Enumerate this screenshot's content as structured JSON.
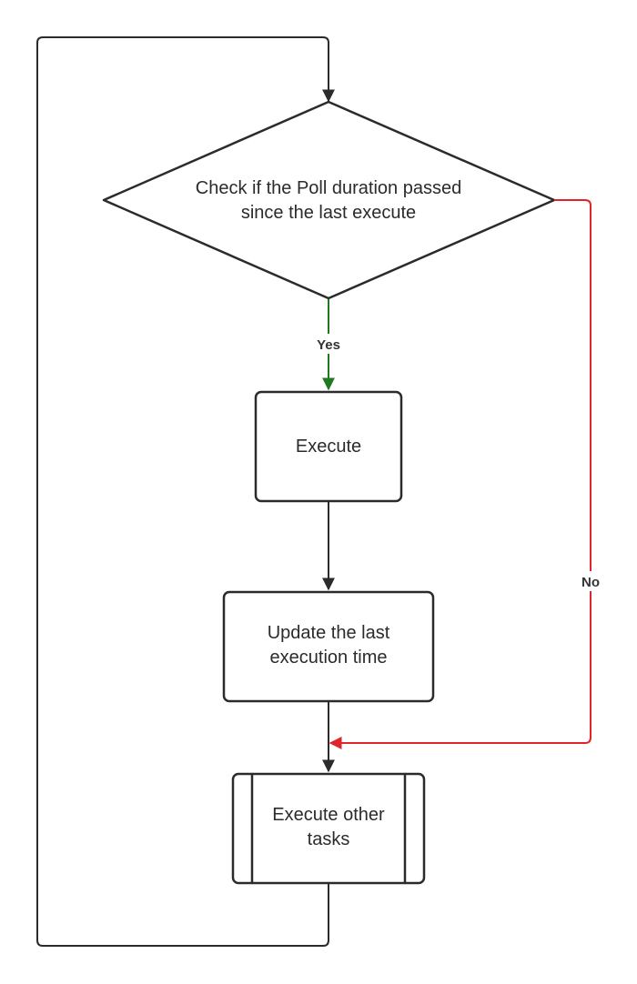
{
  "diagram": {
    "decision": {
      "line1": "Check if the Poll duration passed",
      "line2": "since the last execute"
    },
    "execute": {
      "label": "Execute"
    },
    "update": {
      "line1": "Update the last",
      "line2": "execution time"
    },
    "other_tasks": {
      "line1": "Execute other",
      "line2": "tasks"
    },
    "edges": {
      "yes_label": "Yes",
      "no_label": "No"
    },
    "colors": {
      "stroke": "#2b2b2b",
      "yes": "#1f7a1f",
      "no": "#e0242a",
      "background": "#ffffff"
    }
  }
}
